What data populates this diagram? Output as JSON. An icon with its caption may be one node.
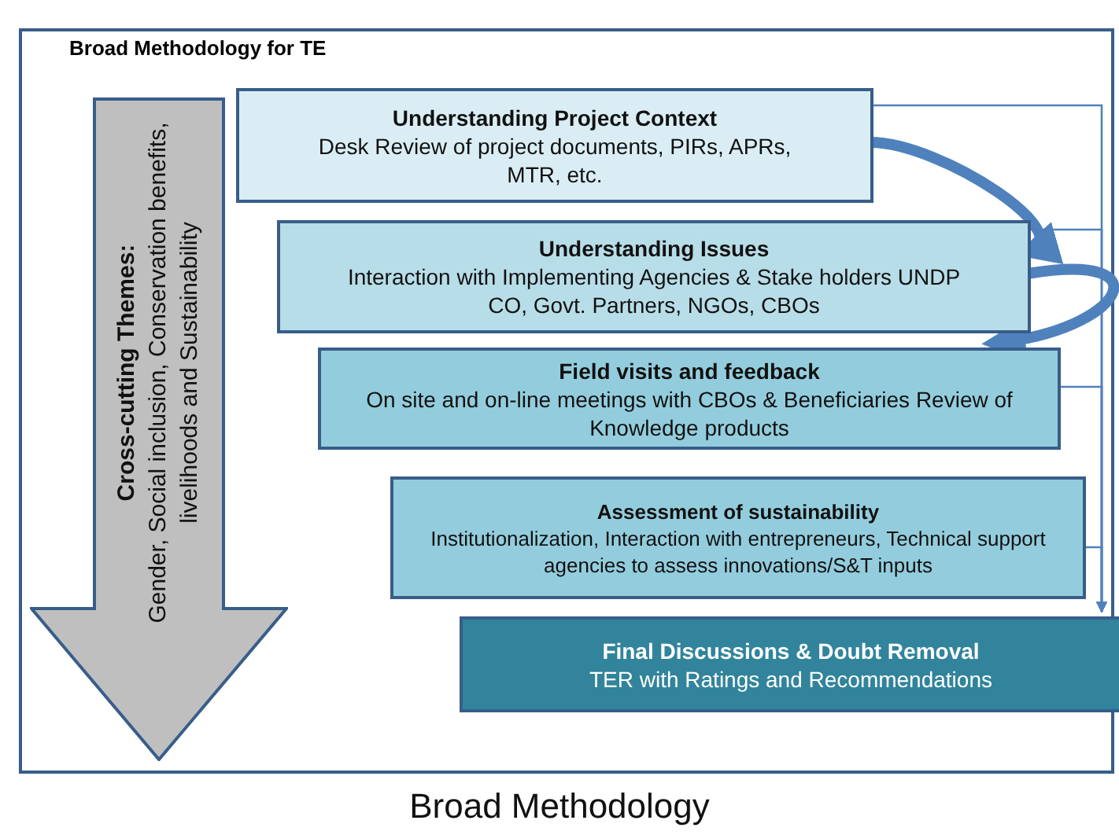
{
  "diagram": {
    "caption": "Broad Methodology",
    "nodes": [
      {
        "text": [
          "Broad Methodology for TE"
        ]
      },
      {
        "text": [
          "Cross-cutting Themes:",
          "Gender, Social inclusion, Conservation benefits, livelihoods and Sustainability"
        ],
        "in": 0
      },
      {
        "text": [
          "Understanding Project Context",
          "Desk Review of project documents, PIRs, APRs, MTR, etc."
        ],
        "in": 0
      },
      {
        "text": [
          "Understanding Issues",
          "Interaction with Implementing Agencies & Stake holders UNDP CO, Govt. Partners, NGOs, CBOs"
        ],
        "in": 0
      },
      {
        "text": [
          "Field visits and feedback",
          "On site and on-line meetings with CBOs & Beneficiaries Review of Knowledge products"
        ],
        "in": 0
      },
      {
        "text": [
          "Assessment of sustainability",
          "Institutionalization, Interaction with entrepreneurs, Technical support agencies to assess innovations/S&T inputs"
        ],
        "in": 0
      },
      {
        "text": [
          "Final Discussions & Doubt Removal",
          "TER with Ratings and Recommendations"
        ],
        "in": 0
      }
    ],
    "edges": [
      {
        "from": 2,
        "to": 3,
        "arrow": "to",
        "style": "thick"
      },
      {
        "from": 3,
        "to": 4,
        "arrow": "to",
        "style": "thick"
      },
      {
        "from": 2,
        "to": 6,
        "arrow": "to"
      },
      {
        "from": 3,
        "to": 6,
        "arrow": "to"
      },
      {
        "from": 4,
        "to": 6,
        "arrow": "to"
      },
      {
        "from": 5,
        "to": 6,
        "arrow": "to"
      }
    ]
  }
}
